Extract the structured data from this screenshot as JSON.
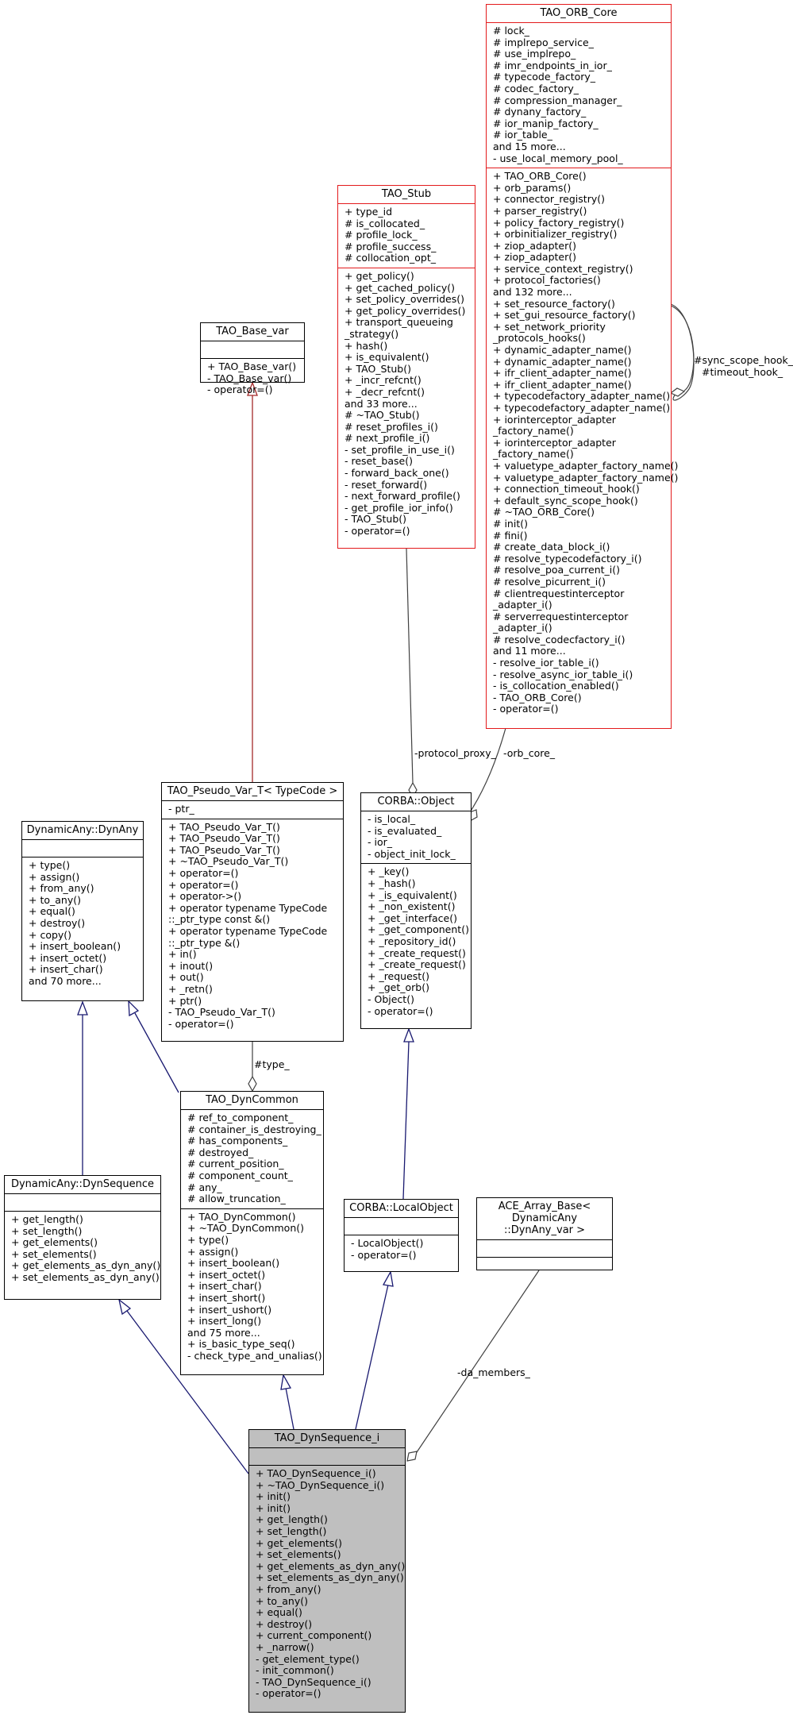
{
  "classes": [
    {
      "id": "tao_orb_core",
      "title": "TAO_ORB_Core",
      "attributes": [
        "# lock_",
        "# implrepo_service_",
        "# use_implrepo_",
        "# imr_endpoints_in_ior_",
        "# typecode_factory_",
        "# codec_factory_",
        "# compression_manager_",
        "# dynany_factory_",
        "# ior_manip_factory_",
        "# ior_table_",
        "and 15 more...",
        "- use_local_memory_pool_"
      ],
      "methods": [
        "+ TAO_ORB_Core()",
        "+ orb_params()",
        "+ connector_registry()",
        "+ parser_registry()",
        "+ policy_factory_registry()",
        "+ orbinitializer_registry()",
        "+ ziop_adapter()",
        "+ ziop_adapter()",
        "+ service_context_registry()",
        "+ protocol_factories()",
        "and 132 more...",
        "+ set_resource_factory()",
        "+ set_gui_resource_factory()",
        "+ set_network_priority",
        "_protocols_hooks()",
        "+ dynamic_adapter_name()",
        "+ dynamic_adapter_name()",
        "+ ifr_client_adapter_name()",
        "+ ifr_client_adapter_name()",
        "+ typecodefactory_adapter_name()",
        "+ typecodefactory_adapter_name()",
        "+ iorinterceptor_adapter",
        "_factory_name()",
        "+ iorinterceptor_adapter",
        "_factory_name()",
        "+ valuetype_adapter_factory_name()",
        "+ valuetype_adapter_factory_name()",
        "+ connection_timeout_hook()",
        "+ default_sync_scope_hook()",
        "# ~TAO_ORB_Core()",
        "# init()",
        "# fini()",
        "# create_data_block_i()",
        "# resolve_typecodefactory_i()",
        "# resolve_poa_current_i()",
        "# resolve_picurrent_i()",
        "# clientrequestinterceptor",
        "_adapter_i()",
        "# serverrequestinterceptor",
        "_adapter_i()",
        "# resolve_codecfactory_i()",
        "and 11 more...",
        "- resolve_ior_table_i()",
        "- resolve_async_ior_table_i()",
        "- is_collocation_enabled()",
        "- TAO_ORB_Core()",
        "- operator=()"
      ]
    },
    {
      "id": "tao_stub",
      "title": "TAO_Stub",
      "attributes": [
        "+ type_id",
        "# is_collocated_",
        "# profile_lock_",
        "# profile_success_",
        "# collocation_opt_"
      ],
      "methods": [
        "+ get_policy()",
        "+ get_cached_policy()",
        "+ set_policy_overrides()",
        "+ get_policy_overrides()",
        "+ transport_queueing",
        "_strategy()",
        "+ hash()",
        "+ is_equivalent()",
        "+ TAO_Stub()",
        "+ _incr_refcnt()",
        "+ _decr_refcnt()",
        "and 33 more...",
        "# ~TAO_Stub()",
        "# reset_profiles_i()",
        "# next_profile_i()",
        "- set_profile_in_use_i()",
        "- reset_base()",
        "- forward_back_one()",
        "- reset_forward()",
        "- next_forward_profile()",
        "- get_profile_ior_info()",
        "- TAO_Stub()",
        "- operator=()"
      ]
    },
    {
      "id": "tao_base_var",
      "title": "TAO_Base_var",
      "attributes": [],
      "methods": [
        "+ TAO_Base_var()",
        "- TAO_Base_var()",
        "- operator=()"
      ]
    },
    {
      "id": "tao_pseudo_var",
      "title": "TAO_Pseudo_Var_T< TypeCode >",
      "attributes": [
        "- ptr_"
      ],
      "methods": [
        "+ TAO_Pseudo_Var_T()",
        "+ TAO_Pseudo_Var_T()",
        "+ TAO_Pseudo_Var_T()",
        "+ ~TAO_Pseudo_Var_T()",
        "+ operator=()",
        "+ operator=()",
        "+ operator->()",
        "+ operator typename TypeCode",
        "::_ptr_type const &()",
        "+ operator typename TypeCode",
        "::_ptr_type &()",
        "+ in()",
        "+ inout()",
        "+ out()",
        "+ _retn()",
        "+ ptr()",
        "- TAO_Pseudo_Var_T()",
        "- operator=()"
      ]
    },
    {
      "id": "corba_object",
      "title": "CORBA::Object",
      "attributes": [
        "- is_local_",
        "- is_evaluated_",
        "- ior_",
        "- object_init_lock_"
      ],
      "methods": [
        "+ _key()",
        "+ _hash()",
        "+ _is_equivalent()",
        "+ _non_existent()",
        "+ _get_interface()",
        "+ _get_component()",
        "+ _repository_id()",
        "+ _create_request()",
        "+ _create_request()",
        "+ _request()",
        "+ _get_orb()",
        "- Object()",
        "- operator=()"
      ]
    },
    {
      "id": "dynany",
      "title": "DynamicAny::DynAny",
      "attributes": [],
      "methods": [
        "+ type()",
        "+ assign()",
        "+ from_any()",
        "+ to_any()",
        "+ equal()",
        "+ destroy()",
        "+ copy()",
        "+ insert_boolean()",
        "+ insert_octet()",
        "+ insert_char()",
        "and 70 more..."
      ]
    },
    {
      "id": "tao_dyncommon",
      "title": "TAO_DynCommon",
      "attributes": [
        "# ref_to_component_",
        "# container_is_destroying_",
        "# has_components_",
        "# destroyed_",
        "# current_position_",
        "# component_count_",
        "# any_",
        "# allow_truncation_"
      ],
      "methods": [
        "+ TAO_DynCommon()",
        "+ ~TAO_DynCommon()",
        "+ type()",
        "+ assign()",
        "+ insert_boolean()",
        "+ insert_octet()",
        "+ insert_char()",
        "+ insert_short()",
        "+ insert_ushort()",
        "+ insert_long()",
        "and 75 more...",
        "+ is_basic_type_seq()",
        "- check_type_and_unalias()"
      ]
    },
    {
      "id": "dynsequence",
      "title": "DynamicAny::DynSequence",
      "attributes": [],
      "methods": [
        "+ get_length()",
        "+ set_length()",
        "+ get_elements()",
        "+ set_elements()",
        "+ get_elements_as_dyn_any()",
        "+ set_elements_as_dyn_any()"
      ]
    },
    {
      "id": "corba_localobject",
      "title": "CORBA::LocalObject",
      "attributes": [],
      "methods": [
        "- LocalObject()",
        "- operator=()"
      ]
    },
    {
      "id": "ace_array_base",
      "title": "ACE_Array_Base< DynamicAny\n::DynAny_var >",
      "attributes": [],
      "methods": []
    },
    {
      "id": "tao_dynsequence_i",
      "title": "TAO_DynSequence_i",
      "attributes": [],
      "methods": [
        "+ TAO_DynSequence_i()",
        "+ ~TAO_DynSequence_i()",
        "+ init()",
        "+ init()",
        "+ get_length()",
        "+ set_length()",
        "+ get_elements()",
        "+ set_elements()",
        "+ get_elements_as_dyn_any()",
        "+ set_elements_as_dyn_any()",
        "+ from_any()",
        "+ to_any()",
        "+ equal()",
        "+ destroy()",
        "+ current_component()",
        "+ _narrow()",
        "- get_element_type()",
        "- init_common()",
        "- TAO_DynSequence_i()",
        "- operator=()"
      ]
    }
  ],
  "edge_labels": {
    "sync_scope_hook": "#sync_scope_hook_",
    "timeout_hook": "#timeout_hook_",
    "protocol_proxy": "-protocol_proxy_",
    "orb_core": "-orb_core_",
    "type": "#type_",
    "da_members": "-da_members_"
  },
  "colors": {
    "inheritance_blue": "#191970",
    "template_red": "#a52a2a",
    "usage": "#404040",
    "red_border": "#e31a1c",
    "focus_fill": "#bfbfbf"
  }
}
